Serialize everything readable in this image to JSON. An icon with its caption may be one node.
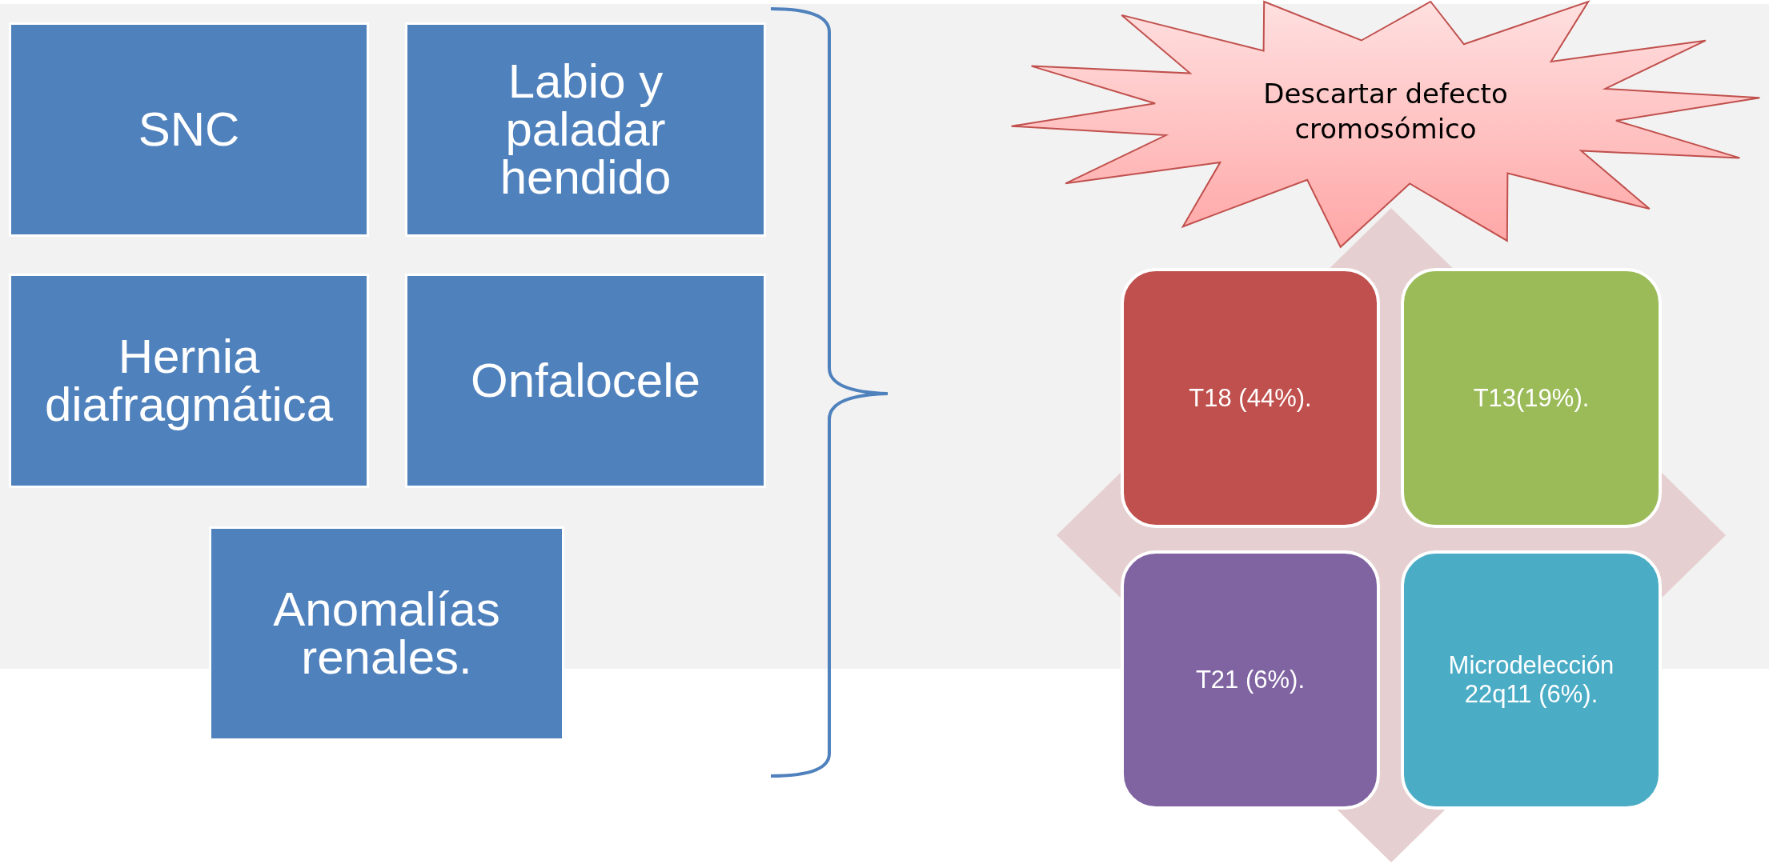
{
  "diagram": {
    "nodes": [
      {
        "text": [
          "SNC"
        ]
      },
      {
        "text": [
          "Labio y paladar hendido"
        ]
      },
      {
        "text": [
          "Hernia diafragmática"
        ]
      },
      {
        "text": [
          "Onfalocele"
        ]
      },
      {
        "text": [
          "Anomalías renales."
        ]
      },
      {
        "text": [
          "Descartar defecto cromosómico"
        ]
      },
      {
        "text": [
          "T18 (44%)."
        ]
      },
      {
        "text": [
          "T13(19%)."
        ]
      },
      {
        "text": [
          "T21 (6%)."
        ]
      },
      {
        "text": [
          "Microdelección 22q11 (6%)."
        ]
      }
    ]
  }
}
